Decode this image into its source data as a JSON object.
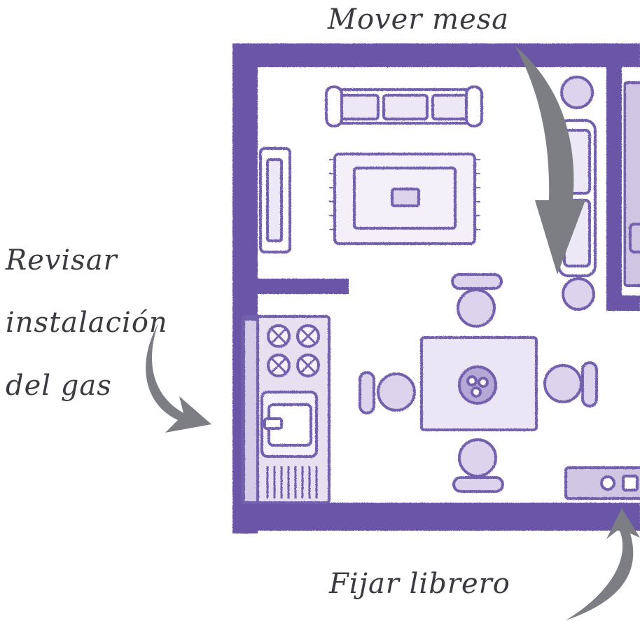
{
  "annotations": {
    "top": "Mover mesa",
    "left_line1": "Revisar",
    "left_line2": "instalación",
    "left_line3": "del gas",
    "bottom": "Fijar librero"
  },
  "colors": {
    "wall": "#6b55a6",
    "furniture_stroke": "#7260ad",
    "furniture_fill": "#cfc6e3",
    "arrow": "#7c7e83",
    "text": "#3c3a40"
  }
}
